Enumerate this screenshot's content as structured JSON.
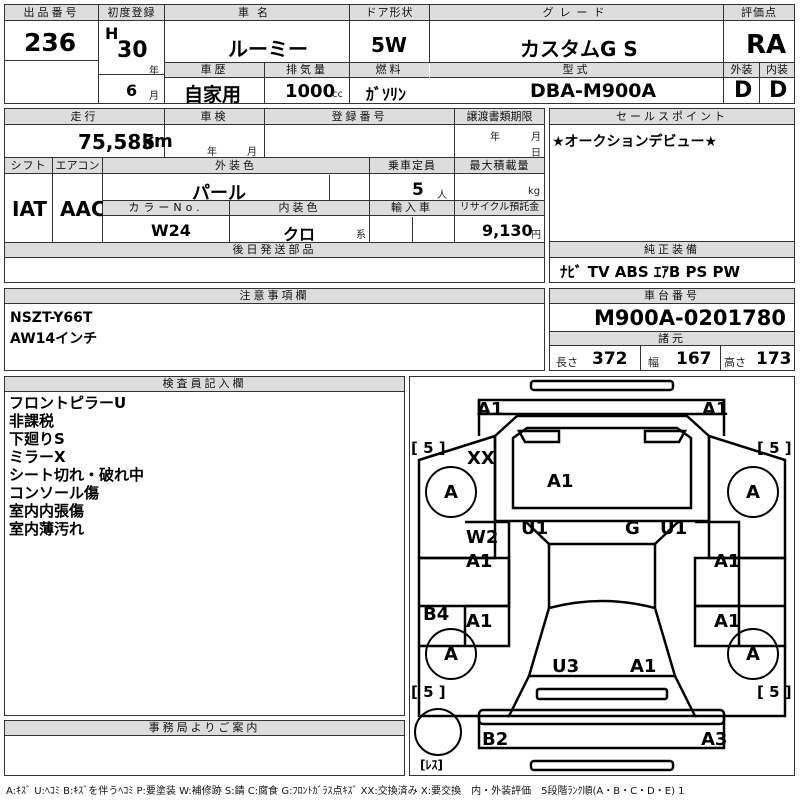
{
  "headers": {
    "lot_no": "出品番号",
    "first_reg": "初度登録",
    "car_name": "車名",
    "door": "ドア形状",
    "grade": "グレード",
    "score": "評価点",
    "history": "車歴",
    "displacement": "排気量",
    "fuel": "燃料",
    "model": "型式",
    "exterior": "外装",
    "interior": "内装",
    "mileage": "走行",
    "inspection": "車検",
    "reg_no": "登録番号",
    "transfer_doc": "譲渡書類期限",
    "sales_point": "セールスポイント",
    "shift": "シフト",
    "aircon": "エアコン",
    "color": "外装色",
    "capacity": "乗車定員",
    "max_load": "最大積載量",
    "color_no": "カラーNo.",
    "int_color": "内装色",
    "import": "輸入車",
    "recycle": "リサイクル預託金",
    "later_parts": "後日発送部品",
    "equipment": "純正装備",
    "notes": "注意事項欄",
    "chassis_no": "車台番号",
    "spec": "諸元",
    "inspector": "検査員記入欄",
    "office": "事務局よりご案内"
  },
  "values": {
    "lot_no": "236",
    "era": "H",
    "year": "30",
    "year_unit": "年",
    "month": "6",
    "month_unit": "月",
    "car_name": "ルーミー",
    "door": "5W",
    "grade": "カスタムG S",
    "score": "RA",
    "history": "自家用",
    "displacement": "1000",
    "displacement_unit": "cc",
    "fuel": "ｶﾞｿﾘﾝ",
    "model": "DBA-M900A",
    "exterior_score": "D",
    "interior_score": "D",
    "mileage": "75,585",
    "mileage_unit": "km",
    "insp_year_unit": "年",
    "insp_month_unit": "月",
    "transfer_year": "年",
    "transfer_month": "月",
    "transfer_day": "日",
    "sales_point": "★オークションデビュー★",
    "shift": "IAT",
    "aircon": "AAC",
    "color": "パール",
    "capacity": "5",
    "capacity_unit": "人",
    "load_unit": "kg",
    "color_no": "W24",
    "int_color": "クロ",
    "int_color_unit": "系",
    "recycle": "9,130",
    "recycle_unit": "円",
    "equipment": "ﾅﾋﾞ  TV  ABS  ｴｱB  PS  PW",
    "notes_1": "NSZT-Y66T",
    "notes_2": "AW14インチ",
    "chassis_no": "M900A-0201780",
    "length_label": "長さ",
    "length": "372",
    "width_label": "幅",
    "width": "167",
    "height_label": "高さ",
    "height": "173"
  },
  "inspector_notes": [
    "フロントピラーU",
    "非課税",
    "下廻りS",
    "ミラーX",
    "シート切れ・破れ中",
    "コンソール傷",
    "室内内張傷",
    "室内薄汚れ"
  ],
  "diagram": {
    "front_left": "A1",
    "front_right": "A1",
    "door_left": "XX",
    "hood": "A1",
    "pillar_left": "U1",
    "pillar_right": "U1",
    "windshield": "G",
    "w2": "W2",
    "fl_door": "A1",
    "rl_door": "A1",
    "b4": "B4",
    "fr_door": "A1",
    "rr_door": "A1",
    "roof_rear": "U3",
    "rear_right": "A1",
    "rear_left": "B2",
    "rear_bumper_right": "A3",
    "tyre": "A",
    "tread_fl": "[ 5 ]",
    "tread_fr": "[ 5 ]",
    "tread_rl": "[ 5 ]",
    "tread_rr": "[ 5 ]",
    "spare": "[ﾚｽ]"
  },
  "legend": "A:ｷｽﾞ U:ﾍｺﾐ B:ｷｽﾞを伴うﾍｺﾐ P:要塗装 W:補修跡 S:錆 C:腐食 G:ﾌﾛﾝﾄｶﾞﾗｽ点ｷｽﾞ XX:交換済み X:要交換　内・外装評価　5段階ﾗﾝｸ順(A・B・C・D・E) 1"
}
